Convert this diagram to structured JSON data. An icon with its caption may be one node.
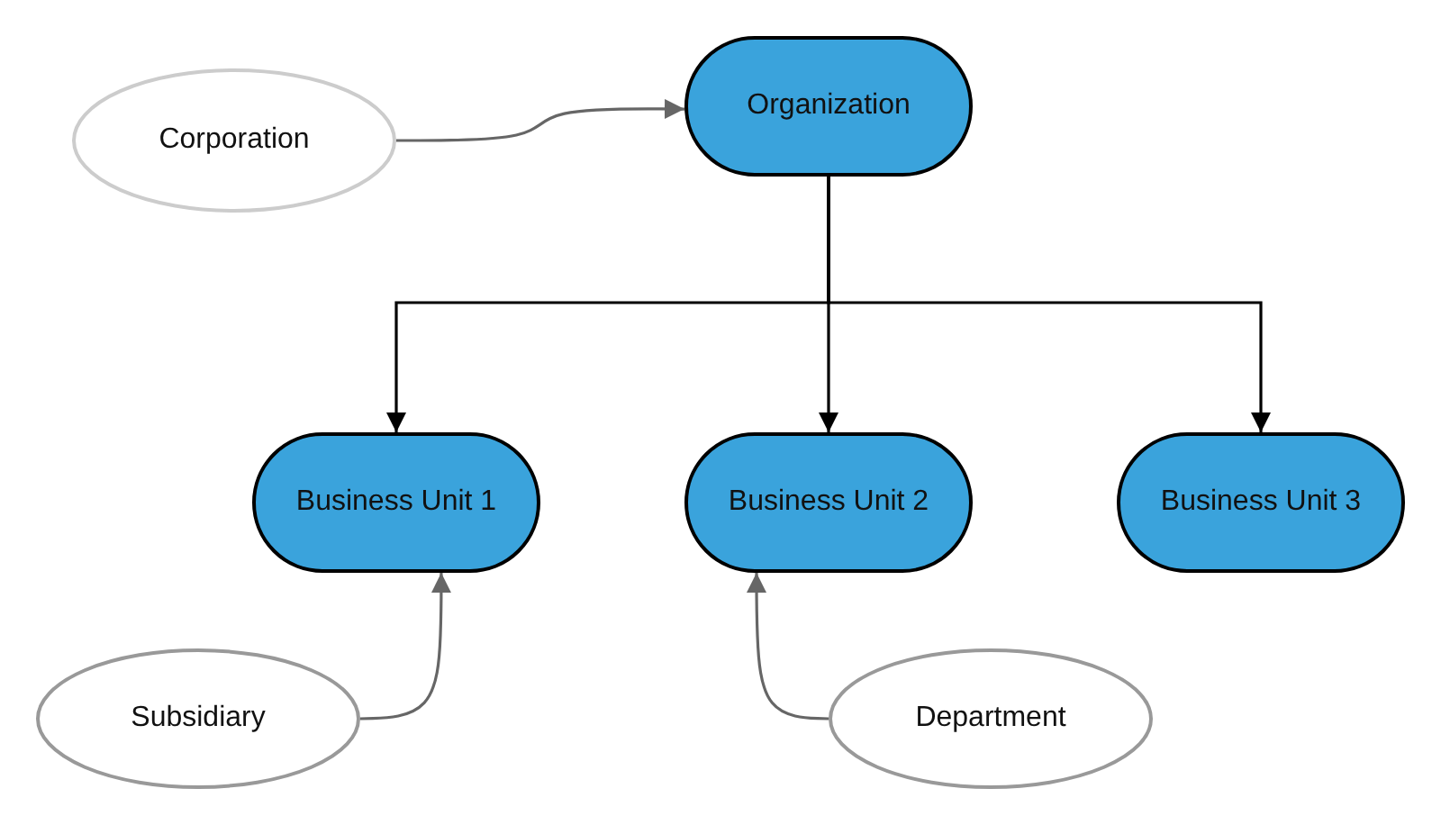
{
  "diagram": {
    "nodes": [
      {
        "text": [
          "Corporation"
        ]
      },
      {
        "text": [
          "Organization"
        ]
      },
      {
        "text": [
          "Business Unit 1"
        ]
      },
      {
        "text": [
          "Business Unit 2"
        ]
      },
      {
        "text": [
          "Business Unit 3"
        ]
      },
      {
        "text": [
          "Subsidiary"
        ]
      },
      {
        "text": [
          "Department"
        ]
      }
    ],
    "edges": [
      {
        "from": 0,
        "to": 1,
        "arrow": "to",
        "color": "#666666"
      },
      {
        "from": 1,
        "to": 2,
        "arrow": "to",
        "color": "#000000"
      },
      {
        "from": 1,
        "to": 3,
        "arrow": "to",
        "color": "#000000"
      },
      {
        "from": 1,
        "to": 4,
        "arrow": "to",
        "color": "#000000"
      },
      {
        "from": 5,
        "to": 2,
        "arrow": "to",
        "color": "#666666"
      },
      {
        "from": 6,
        "to": 3,
        "arrow": "to",
        "color": "#666666"
      }
    ]
  }
}
